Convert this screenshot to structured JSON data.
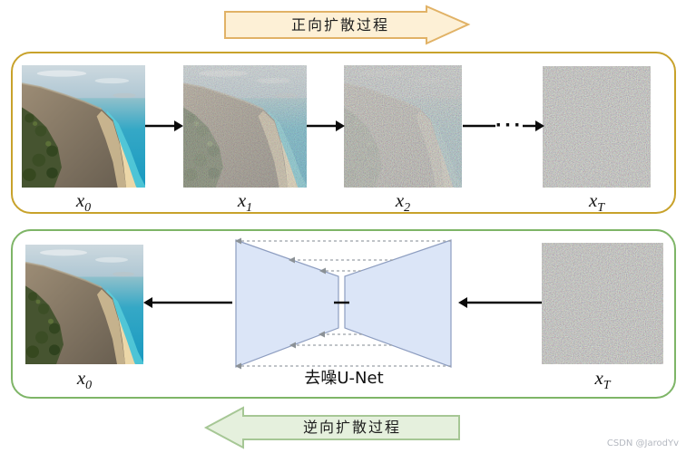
{
  "page": {
    "watermark": "CSDN @JarodYv"
  },
  "banners": {
    "forward": {
      "label": "正向扩散过程",
      "fill": "#fdf0d6",
      "border": "#e1b266",
      "direction": "right"
    },
    "reverse": {
      "label": "逆向扩散过程",
      "fill": "#e5f0dd",
      "border": "#a6c795",
      "direction": "left"
    }
  },
  "forward_box": {
    "border_color": "#c8a22b",
    "stages": [
      {
        "base": "x",
        "sub": "0"
      },
      {
        "base": "x",
        "sub": "1"
      },
      {
        "base": "x",
        "sub": "2"
      },
      {
        "base": "x",
        "sub": "T"
      }
    ],
    "ellipsis": "···"
  },
  "reverse_box": {
    "border_color": "#7eb567",
    "unet_label": "去噪U-Net",
    "output_stage": {
      "base": "x",
      "sub": "0"
    },
    "input_stage": {
      "base": "x",
      "sub": "T"
    }
  },
  "unet": {
    "fill": "#dbe5f7",
    "stroke": "#8d9dc0",
    "skip_color": "#9aa0a6"
  }
}
